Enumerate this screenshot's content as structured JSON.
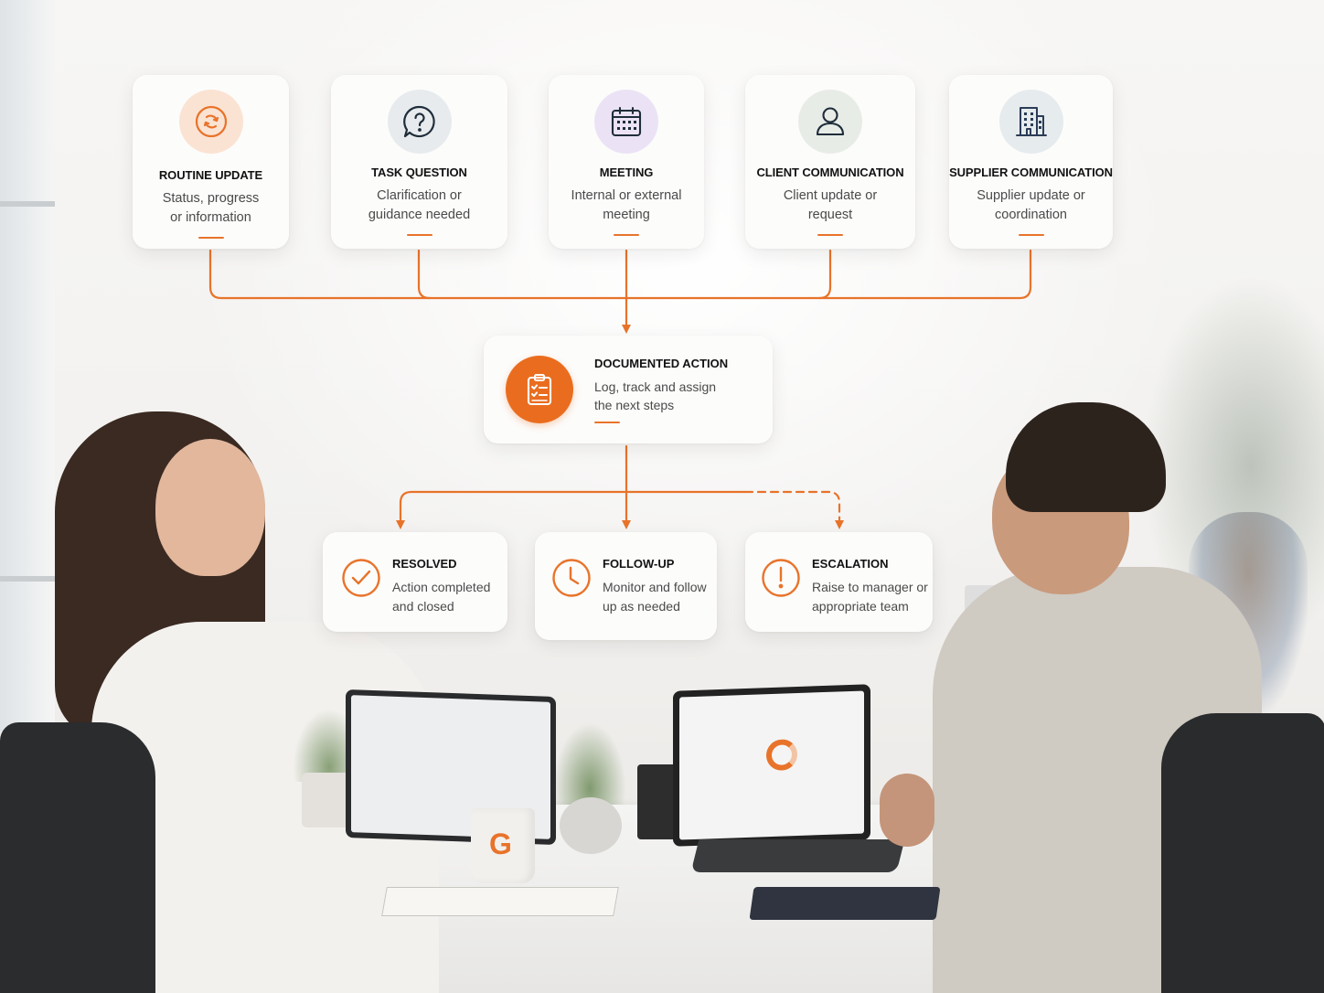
{
  "diagram": {
    "sources": [
      {
        "title": "ROUTINE UPDATE",
        "desc_line1": "Status, progress",
        "desc_line2": "or information",
        "icon": "refresh-icon",
        "icon_bg": "#fbe3d3"
      },
      {
        "title": "TASK QUESTION",
        "desc_line1": "Clarification or",
        "desc_line2": "guidance needed",
        "icon": "question-bubble-icon",
        "icon_bg": "#e7ebee"
      },
      {
        "title": "MEETING",
        "desc_line1": "Internal or external",
        "desc_line2": "meeting",
        "icon": "calendar-icon",
        "icon_bg": "#ebe3f5"
      },
      {
        "title": "CLIENT COMMUNICATION",
        "desc_line1": "Client update or",
        "desc_line2": "request",
        "icon": "person-icon",
        "icon_bg": "#e8ece7"
      },
      {
        "title": "SUPPLIER COMMUNICATION",
        "desc_line1": "Supplier update or",
        "desc_line2": "coordination",
        "icon": "building-icon",
        "icon_bg": "#e6ebee"
      }
    ],
    "center": {
      "title": "DOCUMENTED ACTION",
      "desc_line1": "Log, track and assign",
      "desc_line2": "the next steps",
      "icon": "clipboard-checklist-icon"
    },
    "outcomes": [
      {
        "title": "RESOLVED",
        "desc_line1": "Action completed",
        "desc_line2": "and closed",
        "icon": "check-circle-icon"
      },
      {
        "title": "FOLLOW-UP",
        "desc_line1": "Monitor and follow",
        "desc_line2": "up as needed",
        "icon": "clock-icon"
      },
      {
        "title": "ESCALATION",
        "desc_line1": "Raise to manager or",
        "desc_line2": "appropriate team",
        "icon": "exclamation-circle-icon",
        "connector": "dashed"
      }
    ],
    "colors": {
      "accent": "#e8732a",
      "text": "#121212",
      "muted": "#4a4a4a"
    }
  },
  "photo": {
    "mug_logo": "G"
  }
}
